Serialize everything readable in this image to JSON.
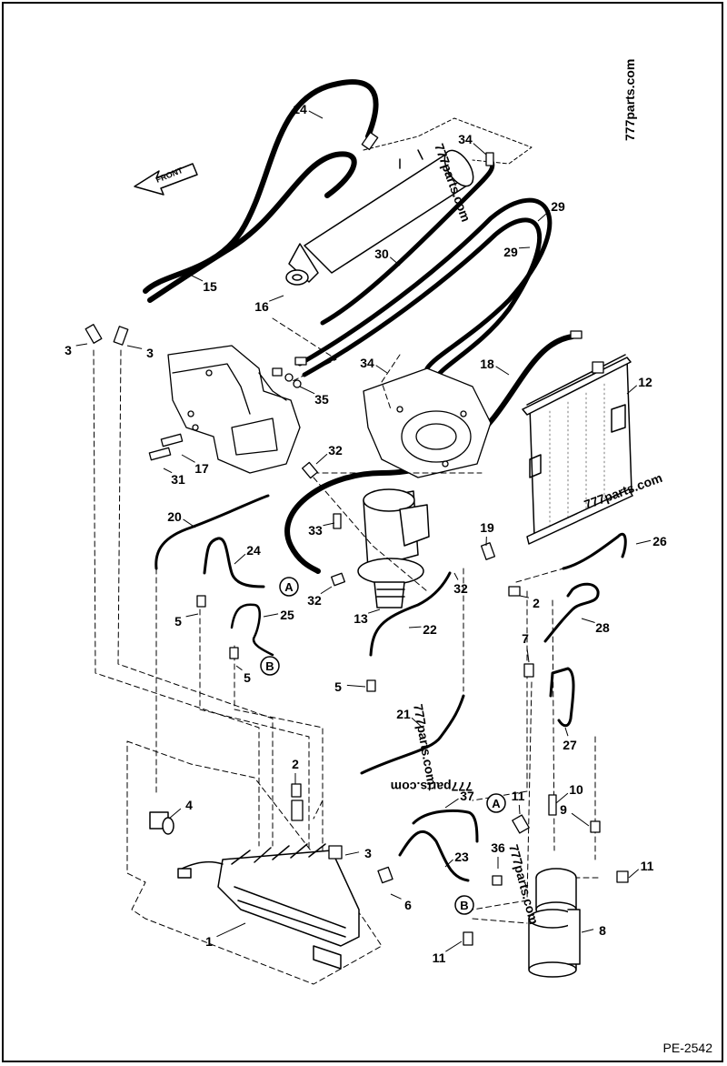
{
  "diagram": {
    "arrow_label": "FRONT",
    "code": "PE-2542",
    "watermarks": [
      "777parts.com",
      "777parts.com",
      "777parts.com",
      "777parts.com",
      "777parts.com",
      "777parts.com"
    ],
    "callouts": [
      "1",
      "2",
      "2",
      "3",
      "3",
      "3",
      "4",
      "5",
      "5",
      "5",
      "6",
      "7",
      "8",
      "9",
      "10",
      "11",
      "11",
      "11",
      "12",
      "13",
      "14",
      "15",
      "16",
      "17",
      "18",
      "19",
      "20",
      "21",
      "22",
      "23",
      "24",
      "25",
      "26",
      "27",
      "28",
      "29",
      "29",
      "30",
      "31",
      "32",
      "32",
      "32",
      "33",
      "34",
      "34",
      "35",
      "36",
      "37"
    ],
    "connectors": [
      "A",
      "B",
      "A",
      "B"
    ]
  }
}
